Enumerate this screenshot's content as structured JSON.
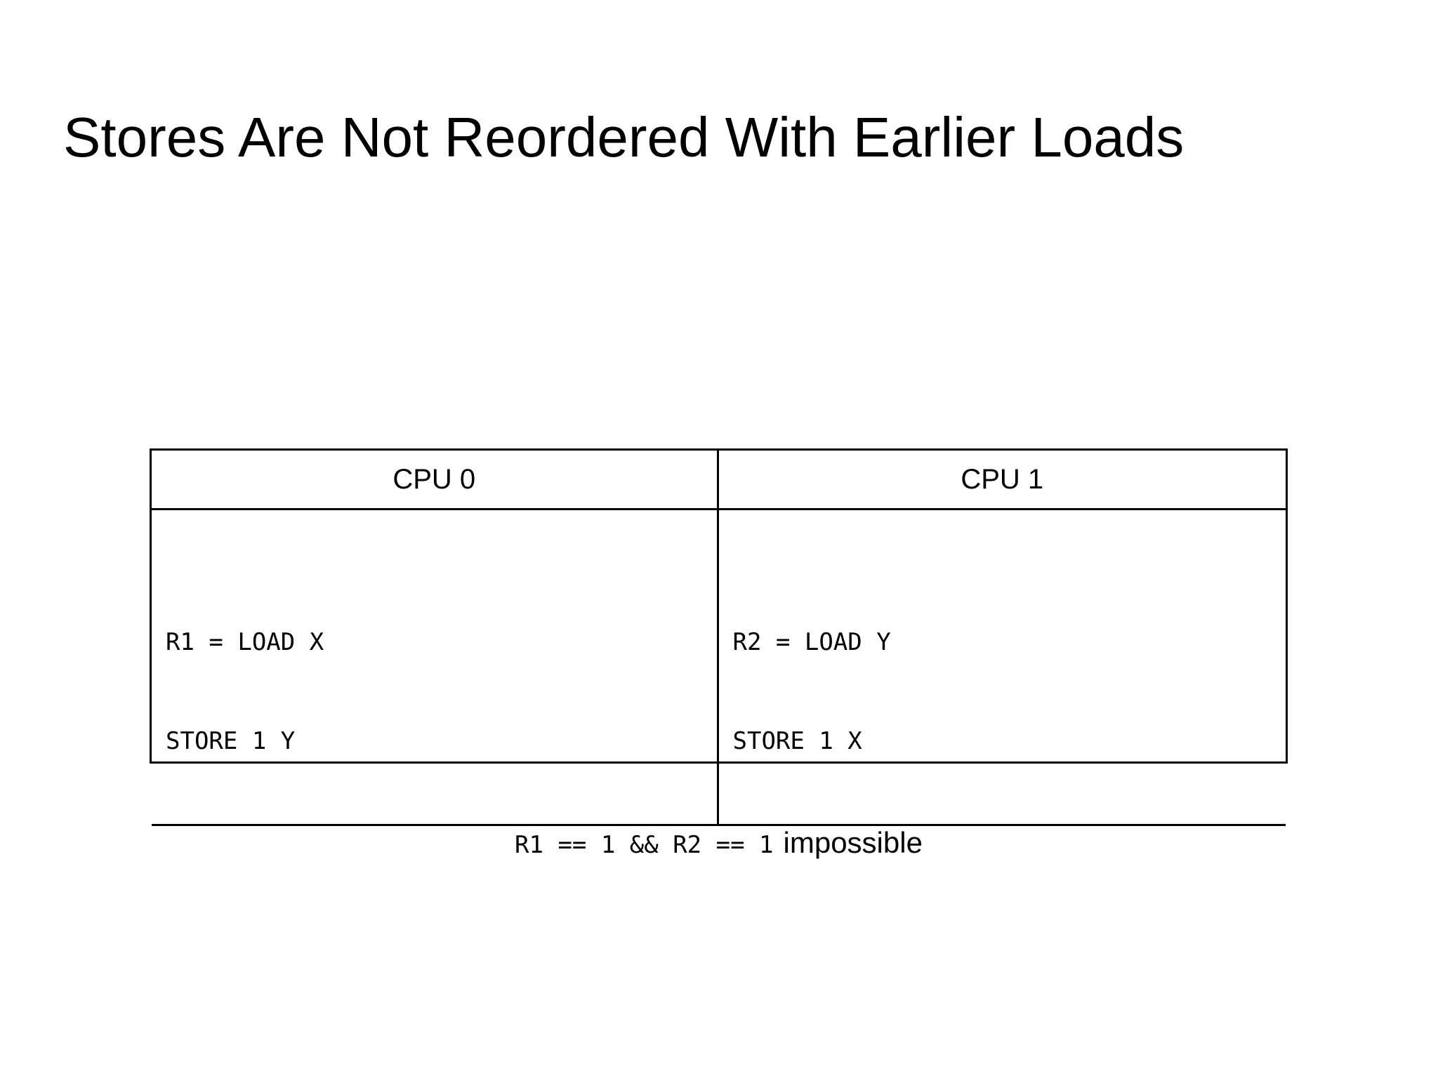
{
  "slide": {
    "title": "Stores Are Not Reordered With Earlier Loads",
    "background_color": "#ffffff",
    "text_color": "#000000"
  },
  "table": {
    "border_color": "#000000",
    "header": {
      "col0": "CPU 0",
      "col1": "CPU 1"
    },
    "body": {
      "cpu0_lines": [
        "R1 = LOAD X",
        "STORE 1 Y"
      ],
      "cpu1_lines": [
        "R2 = LOAD Y",
        "STORE 1 X"
      ]
    },
    "result": {
      "code": "R1 == 1 && R2 == 1",
      "label": "impossible"
    }
  }
}
